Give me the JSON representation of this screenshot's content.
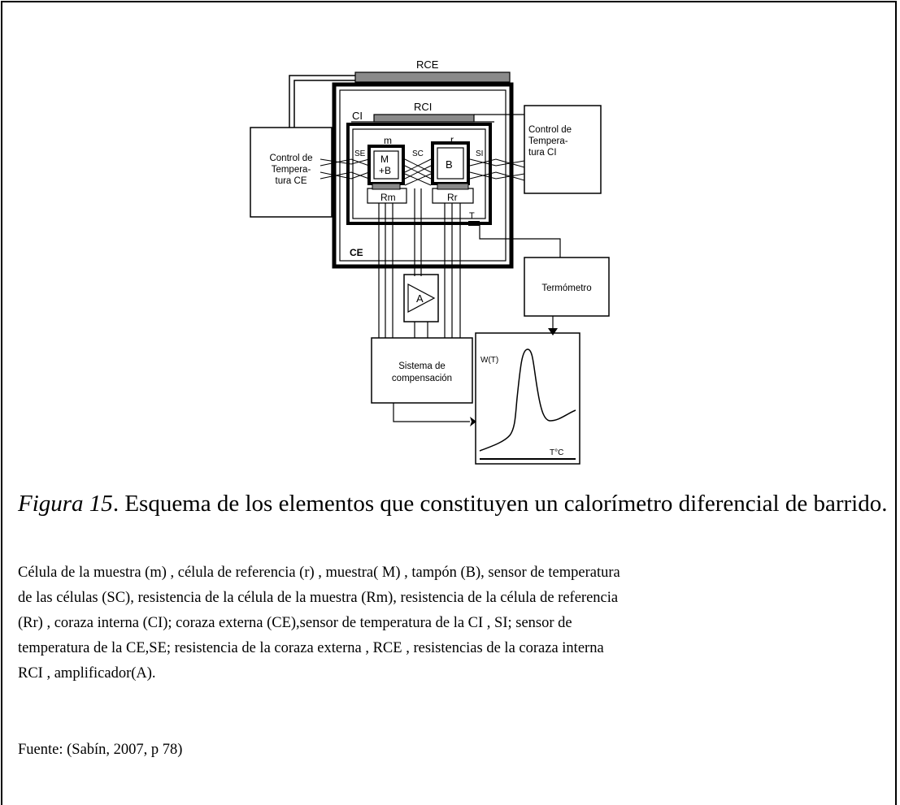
{
  "diagram": {
    "labels": {
      "rce": "RCE",
      "rci": "RCI",
      "ci": "CI",
      "ce": "CE",
      "m": "m",
      "r": "r",
      "se": "SE",
      "sc": "SC",
      "si": "SI",
      "sample_line1": "M",
      "sample_line2": "+B",
      "buffer": "B",
      "rm": "Rm",
      "rr": "Rr",
      "t": "T",
      "amplifier": "A",
      "control_ce": [
        "Control de",
        "Tempera-",
        "tura CE"
      ],
      "control_ci": [
        "Control de",
        "Tempera-",
        "tura CI"
      ],
      "thermometer": "Termómetro",
      "compensation": [
        "Sistema de",
        "compensación"
      ],
      "graph_y": "W(T)",
      "graph_x": "T°C"
    },
    "colors": {
      "stroke": "#000000",
      "plate": "#8a8a8a"
    }
  },
  "caption": {
    "label": "Figura 15",
    "text": ". Esquema de los elementos que constituyen un calorímetro diferencial de barrido."
  },
  "legend": [
    "Célula de la muestra (m) , célula de referencia (r) , muestra( M) , tampón (B), sensor de temperatura",
    "de las células (SC), resistencia de la célula de la muestra (Rm), resistencia de la célula de referencia",
    "(Rr) , coraza interna  (CI); coraza externa (CE),sensor de temperatura de la CI , SI; sensor de",
    "temperatura de la CE,SE; resistencia de la coraza externa , RCE , resistencias de la coraza interna",
    "RCI , amplificador(A)."
  ],
  "source": "Fuente: (Sabín, 2007, p 78)"
}
